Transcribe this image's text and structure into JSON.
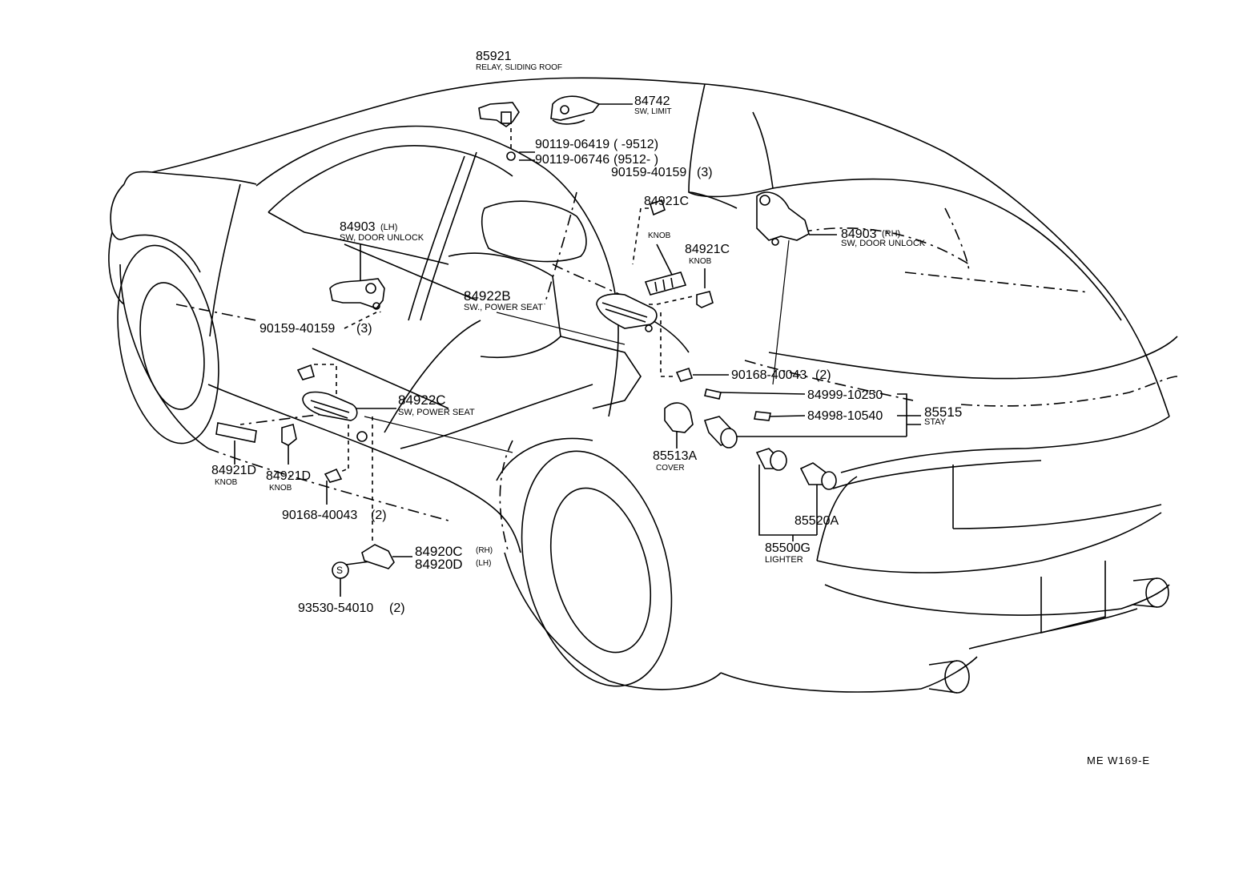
{
  "diagram_code": "ME  W169-E",
  "parts": {
    "p85921": {
      "number": "85921",
      "desc": "RELAY, SLIDING ROOF"
    },
    "p84742": {
      "number": "84742",
      "desc": "SW, LIMIT"
    },
    "p90119a": {
      "number": "90119-06419",
      "range": "(      -9512)"
    },
    "p90119b": {
      "number": "90119-06746",
      "range": "(9512-      )"
    },
    "p90159top": {
      "number": "90159-40159",
      "qty": "(3)"
    },
    "p84903rh": {
      "number": "84903",
      "side": "(RH)",
      "desc": "SW, DOOR  UNLOCK"
    },
    "p84903lh": {
      "number": "84903",
      "side": "(LH)",
      "desc": "SW, DOOR  UNLOCK"
    },
    "p84921c1": {
      "number": "84921C",
      "desc": "KNOB"
    },
    "p84921c2": {
      "number": "84921C",
      "desc": "KNOB"
    },
    "p84922b": {
      "number": "84922B",
      "desc": "SW., POWER SEAT"
    },
    "p90159left": {
      "number": "90159-40159",
      "qty": "(3)"
    },
    "p90168right": {
      "number": "90168-40043",
      "qty": "(2)"
    },
    "p84999": {
      "number": "84999-10250"
    },
    "p84998": {
      "number": "84998-10540"
    },
    "p85515": {
      "number": "85515",
      "desc": "STAY"
    },
    "p84922c": {
      "number": "84922C",
      "desc": "SW, POWER SEAT"
    },
    "p85513a": {
      "number": "85513A",
      "desc": "COVER"
    },
    "p84921d1": {
      "number": "84921D",
      "desc": "KNOB"
    },
    "p84921d2": {
      "number": "84921D",
      "desc": "KNOB"
    },
    "p90168left": {
      "number": "90168-40043",
      "qty": "(2)"
    },
    "p85520a": {
      "number": "85520A"
    },
    "p85500g": {
      "number": "85500G",
      "desc": "LIGHTER"
    },
    "p84920c": {
      "number": "84920C",
      "side": "(RH)"
    },
    "p84920d": {
      "number": "84920D",
      "side": "(LH)"
    },
    "p93530": {
      "number": "93530-54010",
      "qty": "(2)"
    },
    "s_mark": "S"
  }
}
